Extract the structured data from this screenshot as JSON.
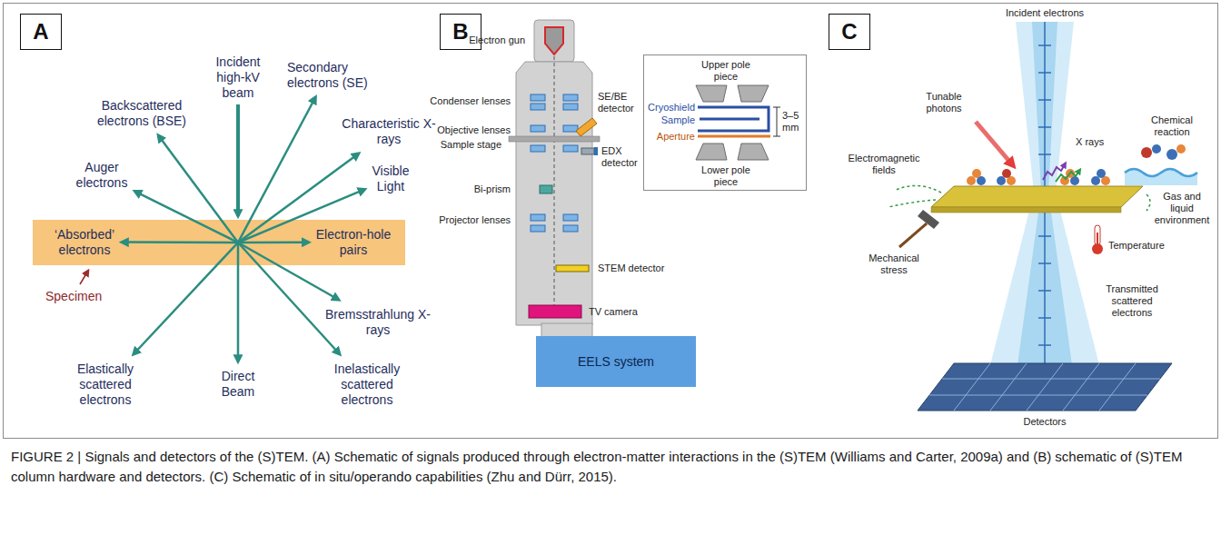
{
  "diagram": {
    "caption": "FIGURE 2 | Signals and detectors of the (S)TEM. (A) Schematic of signals produced through electron-matter interactions in the (S)TEM (Williams and Carter, 2009a) and (B) schematic of (S)TEM column hardware and detectors. (C) Schematic of in situ/operando capabilities (Zhu and Dürr, 2015).",
    "nodes": [
      {
        "text": [
          "A"
        ]
      },
      {
        "text": [
          "‘Absorbed’ electrons",
          "Electron-hole pairs"
        ]
      },
      {
        "text": [
          "B"
        ]
      },
      {
        "text": [
          "Upper pole piece",
          "Cryoshield",
          "Sample",
          "Aperture",
          "3–5 mm",
          "Lower pole piece"
        ]
      },
      {
        "text": [
          "EELS system"
        ]
      },
      {
        "text": [
          "C"
        ]
      }
    ],
    "labels": [
      "Incident high-kV beam",
      "Secondary electrons (SE)",
      "Backscattered electrons (BSE)",
      "Characteristic X-rays",
      "Visible Light",
      "Auger electrons",
      "Specimen",
      "Bremsstrahlung X-rays",
      "Elastically scattered electrons",
      "Direct Beam",
      "Inelastically scattered electrons",
      "Electron gun",
      "Condenser lenses",
      "SE/BE detector",
      "Objective lenses",
      "Sample stage",
      "EDX detector",
      "Bi-prism",
      "Projector lenses",
      "STEM detector",
      "TV camera",
      "Incident electrons",
      "Tunable photons",
      "Electromagnetic fields",
      "X rays",
      "Chemical reaction",
      "Gas and liquid environment",
      "Mechanical stress",
      "Temperature",
      "Transmitted scattered electrons",
      "Detectors"
    ]
  }
}
